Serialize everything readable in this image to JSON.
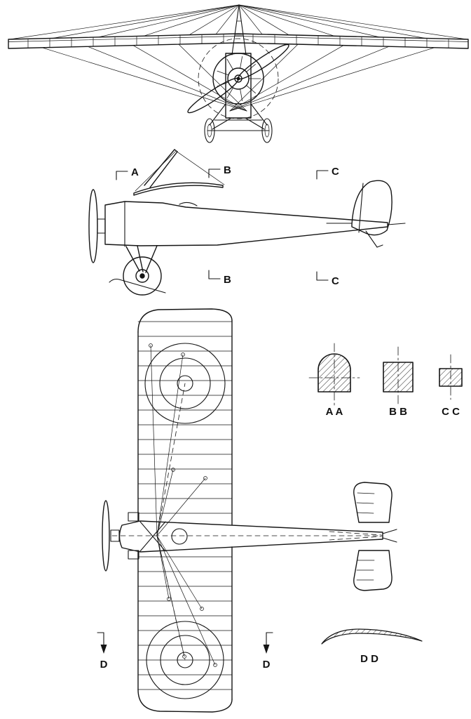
{
  "page": {
    "paper_color": "#ffffff",
    "ink_color": "#151515",
    "description": "Three-view technical drawing of a braced monoplane with section cuts"
  },
  "markers": {
    "a_top": "A",
    "b_top": "B",
    "b_bottom": "B",
    "c_top": "C",
    "c_bottom": "C",
    "d_left": "D",
    "d_right": "D"
  },
  "sections": {
    "aa_label": "A A",
    "bb_label": "B B",
    "cc_label": "C C",
    "dd_label": "D D"
  }
}
